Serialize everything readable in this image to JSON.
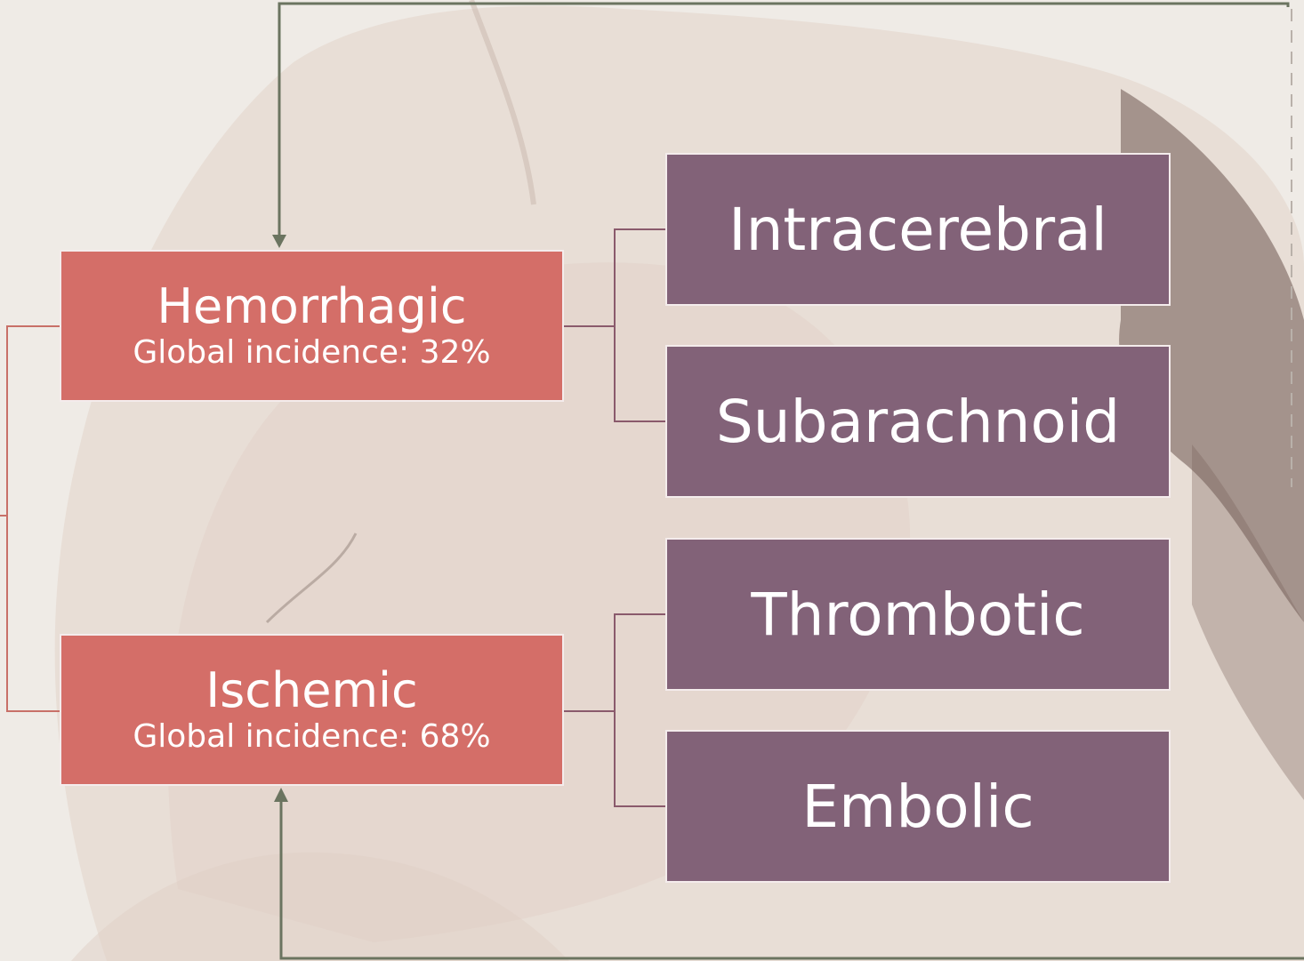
{
  "categories": [
    {
      "title": "Hemorrhagic",
      "subtitle": "Global incidence: 32%"
    },
    {
      "title": "Ischemic",
      "subtitle": "Global incidence: 68%"
    }
  ],
  "subtypes": [
    {
      "label": "Intracerebral"
    },
    {
      "label": "Subarachnoid"
    },
    {
      "label": "Thrombotic"
    },
    {
      "label": "Embolic"
    }
  ],
  "colors": {
    "category_box": "#d46e68",
    "subtype_box": "#826278",
    "arrow": "#6b7460",
    "connector": "#8a5a6c"
  }
}
